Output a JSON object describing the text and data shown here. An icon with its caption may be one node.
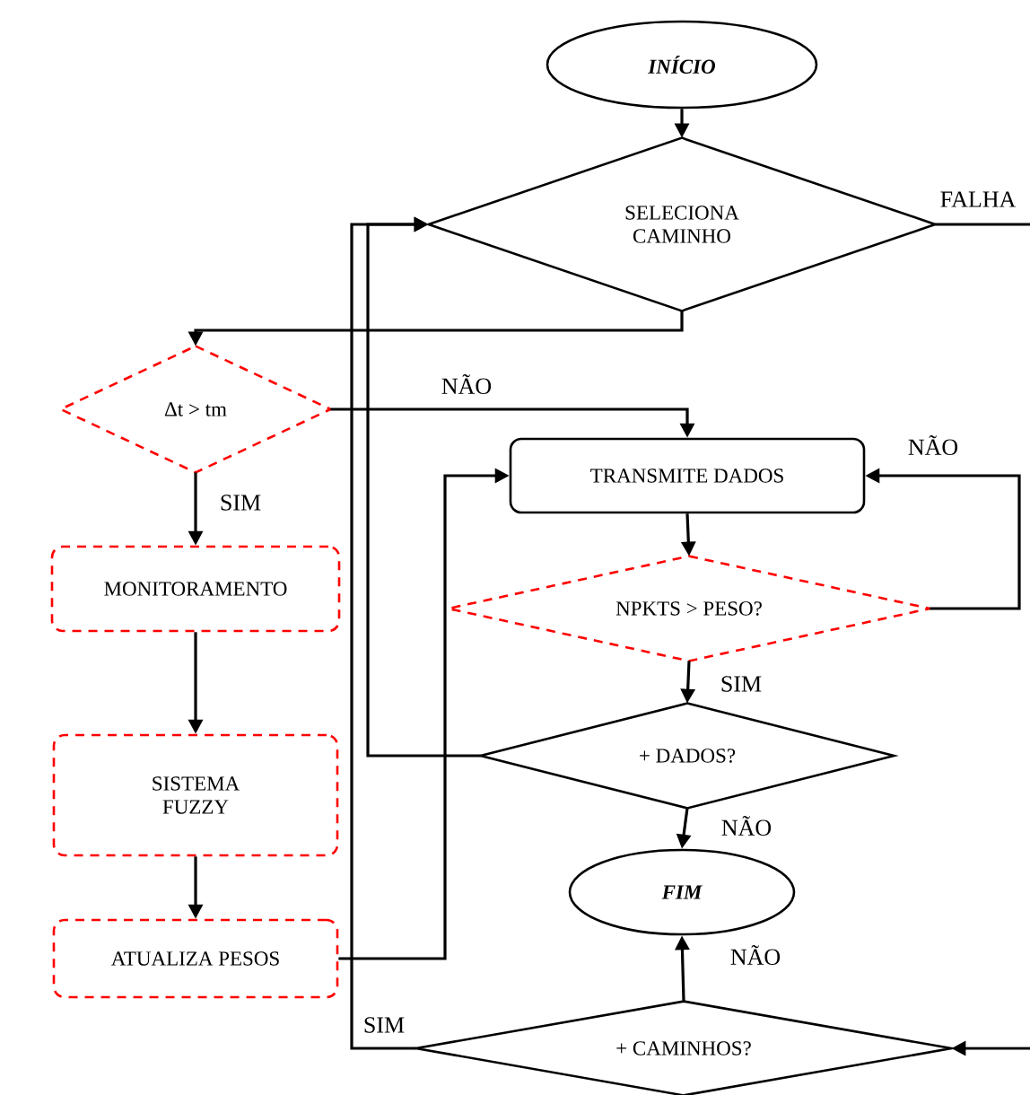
{
  "diagram": {
    "nodes": [
      {
        "text": [
          "INÍCIO"
        ]
      },
      {
        "text": [
          "SELECIONA CAMINHO"
        ]
      },
      {
        "text": [
          "Δt > tm"
        ]
      },
      {
        "text": [
          "TRANSMITE DADOS"
        ]
      },
      {
        "text": [
          "MONITORAMENTO"
        ]
      },
      {
        "text": [
          "NPKTS > PESO?"
        ]
      },
      {
        "text": [
          "SISTEMA FUZZY"
        ]
      },
      {
        "text": [
          "+ DADOS?"
        ]
      },
      {
        "text": [
          "FIM"
        ]
      },
      {
        "text": [
          "ATUALIZA PESOS"
        ]
      },
      {
        "text": [
          "+ CAMINHOS?"
        ]
      }
    ],
    "edges": [
      {
        "from": 0,
        "to": 1,
        "arrow": "to"
      },
      {
        "from": 1,
        "to": null,
        "arrow": "none",
        "label": "FALHA"
      },
      {
        "from": 1,
        "to": 2,
        "arrow": "to"
      },
      {
        "from": 2,
        "to": 3,
        "arrow": "to",
        "label": "NÃO"
      },
      {
        "from": 2,
        "to": 4,
        "arrow": "to",
        "label": "SIM"
      },
      {
        "from": 3,
        "to": 5,
        "arrow": "to"
      },
      {
        "from": 5,
        "to": 3,
        "arrow": "to",
        "label": "NÃO"
      },
      {
        "from": 5,
        "to": 7,
        "arrow": "to",
        "label": "SIM"
      },
      {
        "from": 7,
        "to": 8,
        "arrow": "to",
        "label": "NÃO"
      },
      {
        "from": 10,
        "to": 8,
        "arrow": "to",
        "label": "NÃO"
      },
      {
        "from": 4,
        "to": 6,
        "arrow": "to"
      },
      {
        "from": 6,
        "to": 9,
        "arrow": "to"
      },
      {
        "from": 9,
        "to": 3,
        "arrow": "to"
      },
      {
        "from": 7,
        "to": 1,
        "arrow": "to"
      },
      {
        "from": 10,
        "to": 1,
        "arrow": "to",
        "label": "SIM"
      },
      {
        "from": null,
        "to": 10,
        "arrow": "to"
      }
    ]
  }
}
